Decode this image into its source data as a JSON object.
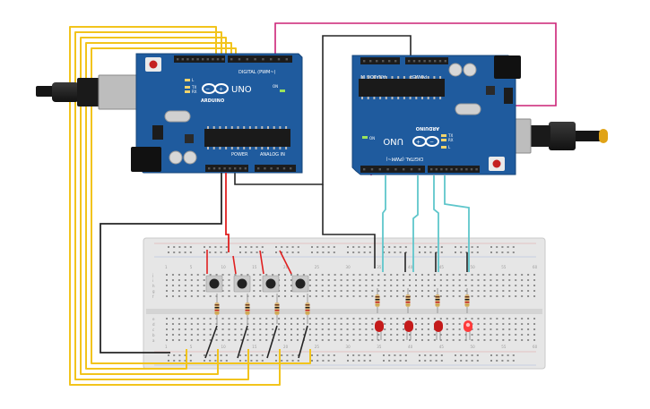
{
  "colors": {
    "board": "#1f5b9e",
    "board_edge": "#16457a",
    "header": "#1c1c1c",
    "breadboard": "#e8e8e8",
    "breadboard_edge": "#c9c9c9",
    "hole": "#8d8d8d",
    "wire_yellow": "#f2c41c",
    "wire_red": "#e02020",
    "wire_black": "#262626",
    "wire_pink": "#cc2277",
    "wire_cyan": "#5fc6cb",
    "led": "#c41a1a",
    "led_lit": "#ff3a3a",
    "button_cap": "#222222",
    "resistor_body": "#d9b77a",
    "usb_metal": "#bdbdbd"
  },
  "arduino_left": {
    "brand": "ARDUINO",
    "model": "UNO",
    "digital_label": "DIGITAL (PWM~)",
    "analog_label": "ANALOG IN",
    "power_label": "POWER",
    "tx_label": "TX",
    "rx_label": "RX",
    "l_label": "L",
    "on_label": "ON"
  },
  "arduino_right": {
    "brand": "ARDUINO",
    "model": "UNO",
    "digital_label": "DIGITAL (PWM~)",
    "analog_label": "ANALOG IN",
    "power_label": "POWER",
    "tx_label": "TX",
    "rx_label": "RX",
    "l_label": "L",
    "on_label": "ON"
  },
  "breadboard": {
    "row_letters_top": [
      "j",
      "i",
      "h",
      "g",
      "f"
    ],
    "row_letters_bottom": [
      "e",
      "d",
      "c",
      "b",
      "a"
    ],
    "column_numbers": [
      "1",
      "5",
      "10",
      "15",
      "20",
      "25",
      "30",
      "35",
      "40",
      "45",
      "50",
      "55",
      "60"
    ]
  },
  "components": {
    "pushbuttons": 4,
    "resistors_pulldown": 4,
    "resistors_led": 4,
    "leds": 4,
    "lit_led_index": 3
  }
}
